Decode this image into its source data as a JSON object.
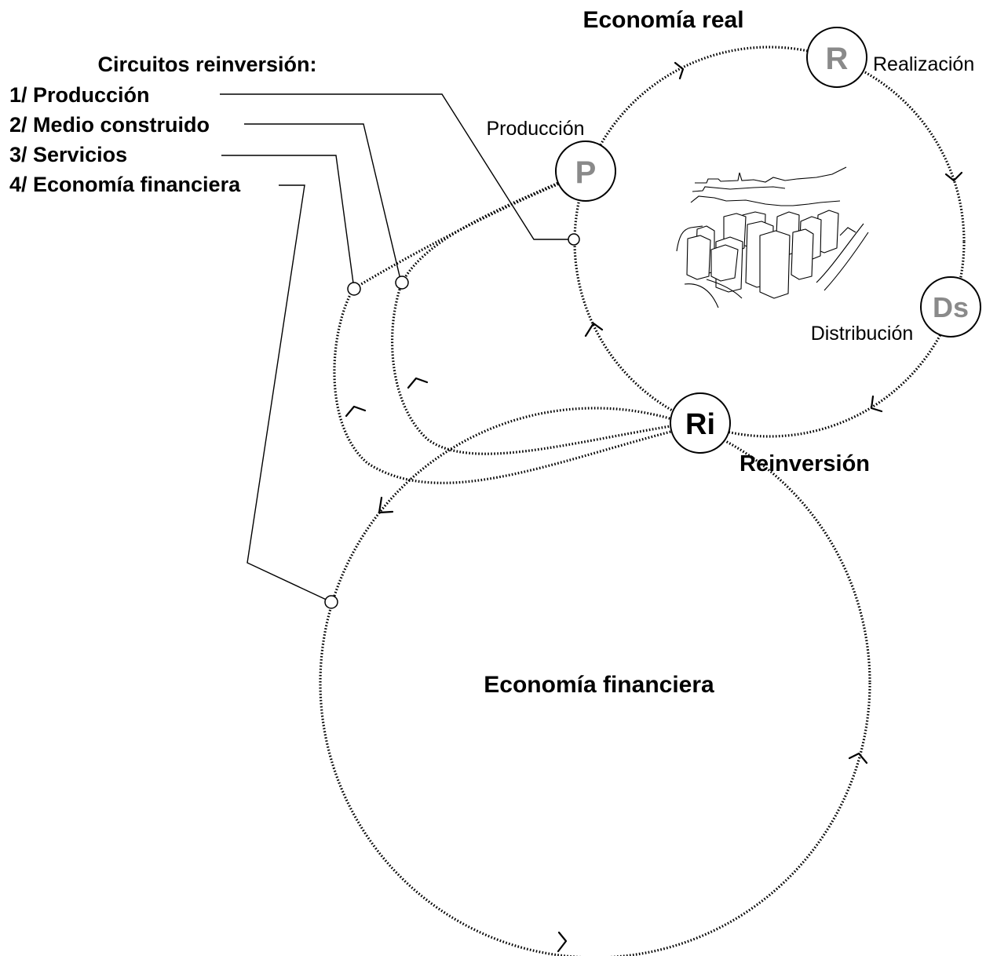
{
  "titles": {
    "economia_real": "Economía real",
    "economia_financiera": "Economía financiera",
    "reinversion": "Reinversión"
  },
  "legend": {
    "heading": "Circuitos reinversión:",
    "items": [
      "1/ Producción",
      "2/ Medio construido",
      "3/ Servicios",
      "4/ Economía financiera"
    ]
  },
  "nodes": {
    "produccion": {
      "letter": "P",
      "label": "Producción"
    },
    "realizacion": {
      "letter": "R",
      "label": "Realización"
    },
    "distribucion": {
      "letter": "Ds",
      "label": "Distribución"
    },
    "reinversion": {
      "letter": "Ri"
    }
  },
  "colors": {
    "faded_letter": "#8a8a8a",
    "ink": "#000000"
  },
  "icons": {
    "city_sketch": "city-skyline-sketch-icon"
  }
}
